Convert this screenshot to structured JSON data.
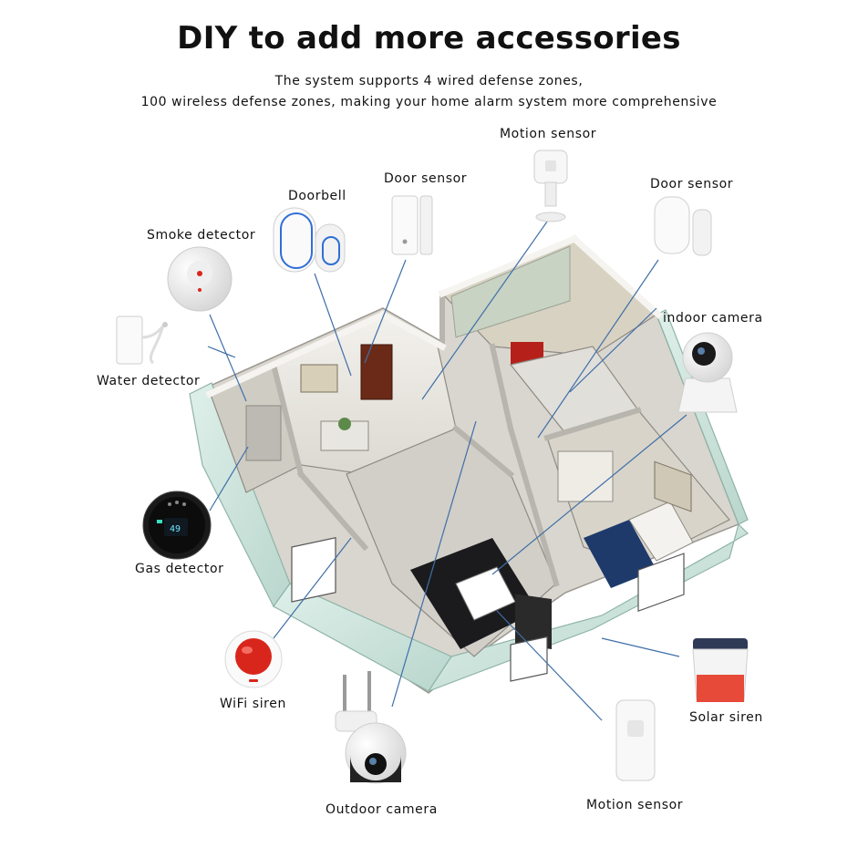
{
  "header": {
    "title": "DIY to add more accessories",
    "subtitle_line1": "The system supports 4 wired defense zones,",
    "subtitle_line2": "100 wireless defense zones, making your home alarm system more comprehensive"
  },
  "accessories": {
    "motion_sensor_top": "Motion sensor",
    "door_sensor_1": "Door sensor",
    "door_sensor_2": "Door sensor",
    "doorbell": "Doorbell",
    "smoke_detector": "Smoke detector",
    "water_detector": "Water detector",
    "indoor_camera": "indoor camera",
    "gas_detector": "Gas detector",
    "wifi_siren": "WiFi siren",
    "solar_siren": "Solar siren",
    "outdoor_camera": "Outdoor camera",
    "motion_sensor_bottom": "Motion sensor"
  },
  "gas_display": {
    "reading": "49"
  },
  "colors": {
    "connector_line": "#3f6fa8",
    "siren_red": "#d9261c",
    "solar_siren_red": "#e84a3a",
    "floor": "#d8d5cf",
    "wall": "#eceae4",
    "glass": "#cfe6df",
    "bedspread": "#1d3a6b"
  }
}
